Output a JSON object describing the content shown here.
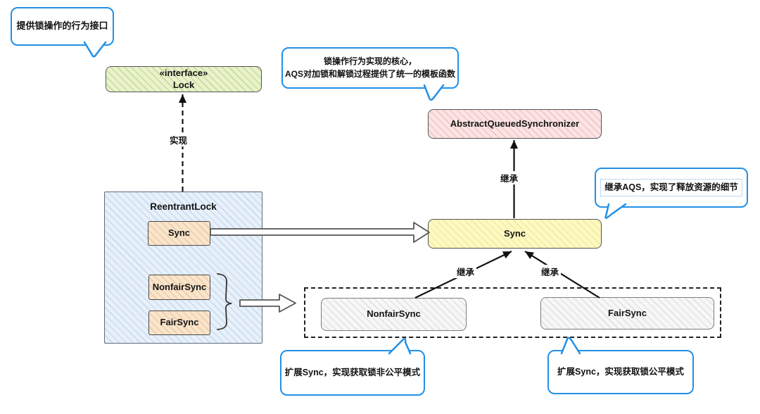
{
  "diagram_title": "ReentrantLock / AQS class structure",
  "colors": {
    "bubble_border": "#2190e8",
    "arrow": "#111111",
    "lock_fill_green": "#e9f2cd",
    "aqs_fill_pink": "#fbe4e4",
    "sync_fill_yellow": "#fdf9c4",
    "inner_fill_orange": "#f9e4cc",
    "container_fill_blue": "#e8f0fa",
    "subclass_fill_gray": "#f7f7f7"
  },
  "nodes": {
    "lock": {
      "stereotype": "«interface»",
      "name": "Lock"
    },
    "aqs": {
      "name": "AbstractQueuedSynchronizer"
    },
    "reentrant_lock": {
      "name": "ReentrantLock"
    },
    "inner_sync": {
      "name": "Sync"
    },
    "inner_nonfair_sync": {
      "name": "NonfairSync"
    },
    "inner_fair_sync": {
      "name": "FairSync"
    },
    "sync": {
      "name": "Sync"
    },
    "nonfair_sync": {
      "name": "NonfairSync"
    },
    "fair_sync": {
      "name": "FairSync"
    }
  },
  "edges": {
    "implements": {
      "label": "实现"
    },
    "sync_extends_aqs": {
      "label": "继承"
    },
    "nonfair_extends_sync": {
      "label": "继承"
    },
    "fair_extends_sync": {
      "label": "继承"
    }
  },
  "annotations": {
    "lock_note": "提供锁操作的行为接口",
    "aqs_note_line1": "锁操作行为实现的核心，",
    "aqs_note_line2": "AQS对加锁和解锁过程提供了统一的模板函数",
    "sync_note": "继承AQS，实现了释放资源的细节",
    "nonfair_note": "扩展Sync，实现获取锁非公平模式",
    "fair_note": "扩展Sync，实现获取锁公平模式"
  }
}
